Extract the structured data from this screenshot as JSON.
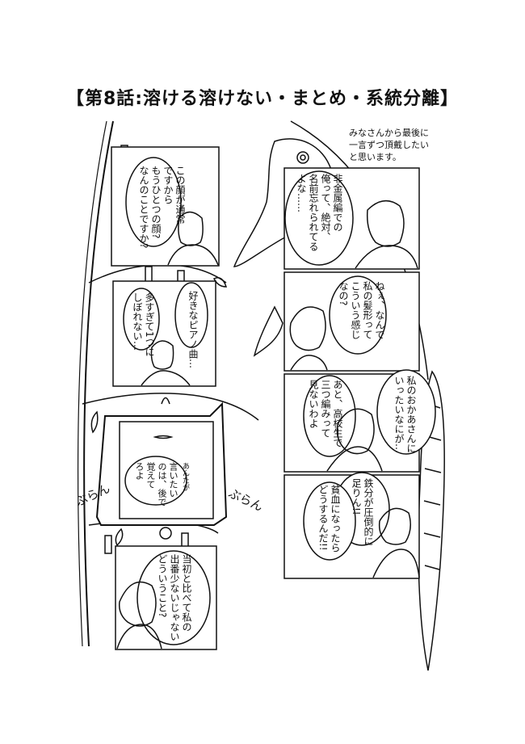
{
  "header": {
    "title": "【第8話:溶ける溶けない・まとめ・系統分離】"
  },
  "author_note": [
    "みなさんから最後に",
    "一言ずつ頂戴したい",
    "と思います。"
  ],
  "left_column": {
    "panel1": {
      "speech": [
        "この顔が通常",
        "ですから",
        "もうひとつの顔?",
        "なんのことですか?"
      ]
    },
    "panel2": {
      "speech_a": [
        "好きなピアノ曲…"
      ],
      "speech_b": [
        "多すぎて1つに",
        "しぼれない…"
      ]
    },
    "panel3": {
      "caption_small": [
        "あんたが"
      ],
      "speech": [
        "言いたい",
        "のは、後で",
        "覚えて",
        "ろよ"
      ]
    },
    "panel4": {
      "speech": [
        "当初と比べて私の",
        "出番少ないじゃない",
        "どういうこと?"
      ]
    }
  },
  "right_column": {
    "panel1": {
      "speech": [
        "非金属編での",
        "俺って、絶対、",
        "名前忘れられてる",
        "よな……"
      ]
    },
    "panel2": {
      "speech": [
        "ねぇ、なんで",
        "私の髪形って",
        "こういう感じ",
        "なの?"
      ]
    },
    "panel3": {
      "speech_a": [
        "私のおかあさんに",
        "いったいなにが…"
      ],
      "speech_b": [
        "あと、高校生で",
        "三つ編みって",
        "見ないわよ"
      ]
    },
    "panel4": {
      "speech_a": [
        "鉄分が圧倒的に",
        "足りん!!"
      ],
      "speech_b": [
        "貧血になったら",
        "どうするんだ!!"
      ]
    }
  },
  "sfx": {
    "left": "ぶらん",
    "right": "ぶらん"
  }
}
